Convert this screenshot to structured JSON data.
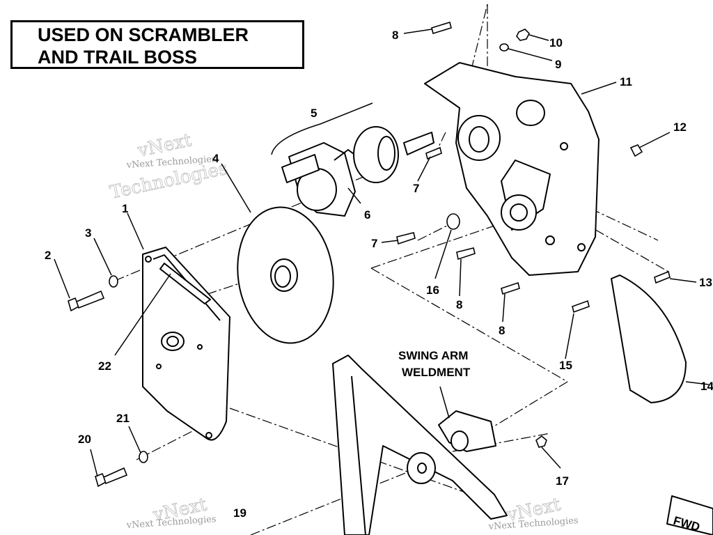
{
  "title": {
    "line1": "USED ON SCRAMBLER",
    "line2": "AND TRAIL BOSS"
  },
  "callouts": [
    {
      "id": "c8a",
      "text": "8"
    },
    {
      "id": "c10",
      "text": "10"
    },
    {
      "id": "c9",
      "text": "9"
    },
    {
      "id": "c11",
      "text": "11"
    },
    {
      "id": "c12",
      "text": "12"
    },
    {
      "id": "c5",
      "text": "5"
    },
    {
      "id": "c4",
      "text": "4"
    },
    {
      "id": "c7a",
      "text": "7"
    },
    {
      "id": "c6",
      "text": "6"
    },
    {
      "id": "c1",
      "text": "1"
    },
    {
      "id": "c3",
      "text": "3"
    },
    {
      "id": "c2",
      "text": "2"
    },
    {
      "id": "c7b",
      "text": "7"
    },
    {
      "id": "c16",
      "text": "16"
    },
    {
      "id": "c8b",
      "text": "8"
    },
    {
      "id": "c8c",
      "text": "8"
    },
    {
      "id": "c13",
      "text": "13"
    },
    {
      "id": "c22",
      "text": "22"
    },
    {
      "id": "c15",
      "text": "15"
    },
    {
      "id": "c14",
      "text": "14"
    },
    {
      "id": "c21",
      "text": "21"
    },
    {
      "id": "c20",
      "text": "20"
    },
    {
      "id": "c17",
      "text": "17"
    },
    {
      "id": "c19",
      "text": "19"
    }
  ],
  "swing_arm_label": {
    "line1": "SWING ARM",
    "line2": "WELDMENT"
  },
  "fwd_label": "FWD",
  "watermark": {
    "brand": "vNext",
    "company": "Technologies",
    "small": "vNext Technologies"
  }
}
